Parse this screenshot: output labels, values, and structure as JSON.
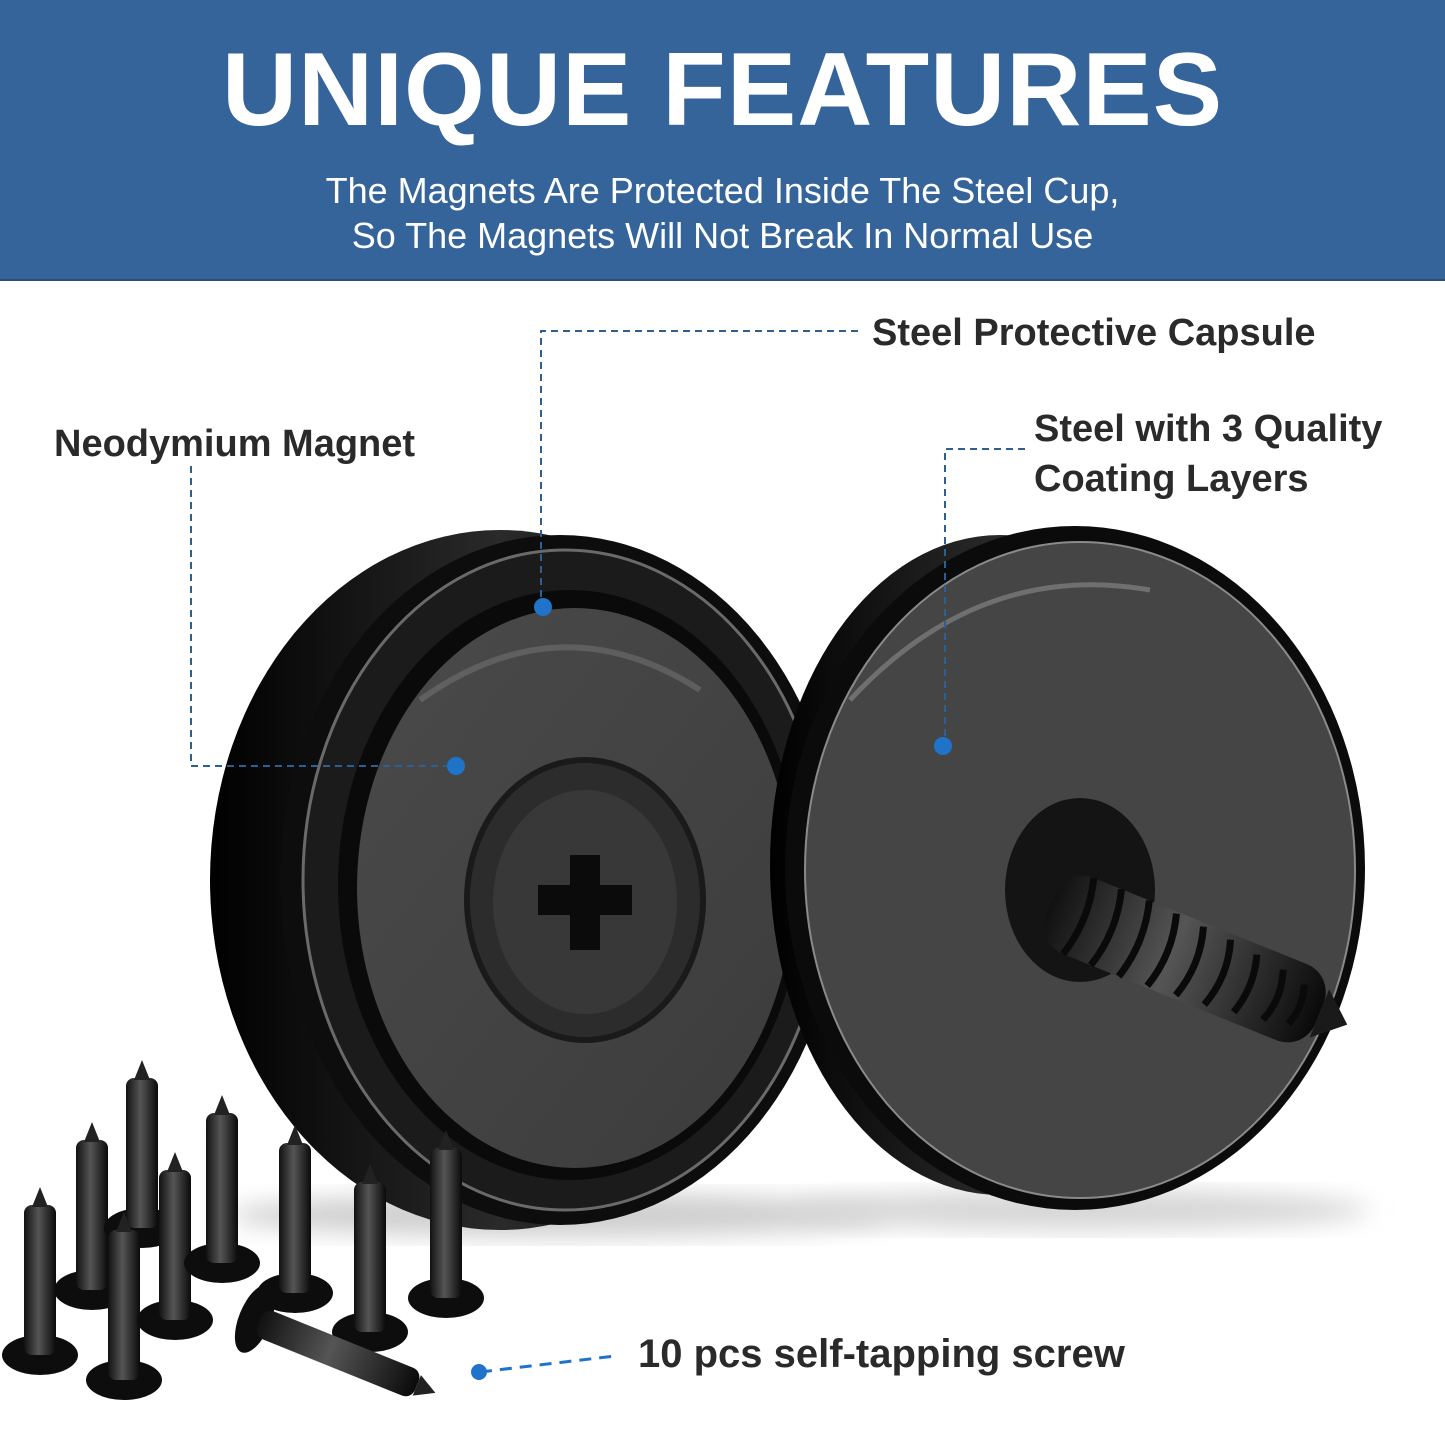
{
  "header": {
    "title": "UNIQUE FEATURES",
    "subtitle_line1": "The Magnets Are Protected Inside The Steel Cup,",
    "subtitle_line2": "So The Magnets Will Not Break In Normal Use",
    "background_color": "#35649a"
  },
  "callouts": {
    "capsule": "Steel Protective Capsule",
    "magnet": "Neodymium Magnet",
    "coating_line1": "Steel with 3 Quality",
    "coating_line2": "Coating Layers",
    "screws": "10 pcs self-tapping screw"
  },
  "accent_color": "#1f74c9",
  "product": {
    "items": [
      "cup-magnet-countersunk-screw",
      "cup-magnet-with-screw-inserted",
      "self-tapping-screws"
    ],
    "screw_count": 10
  }
}
